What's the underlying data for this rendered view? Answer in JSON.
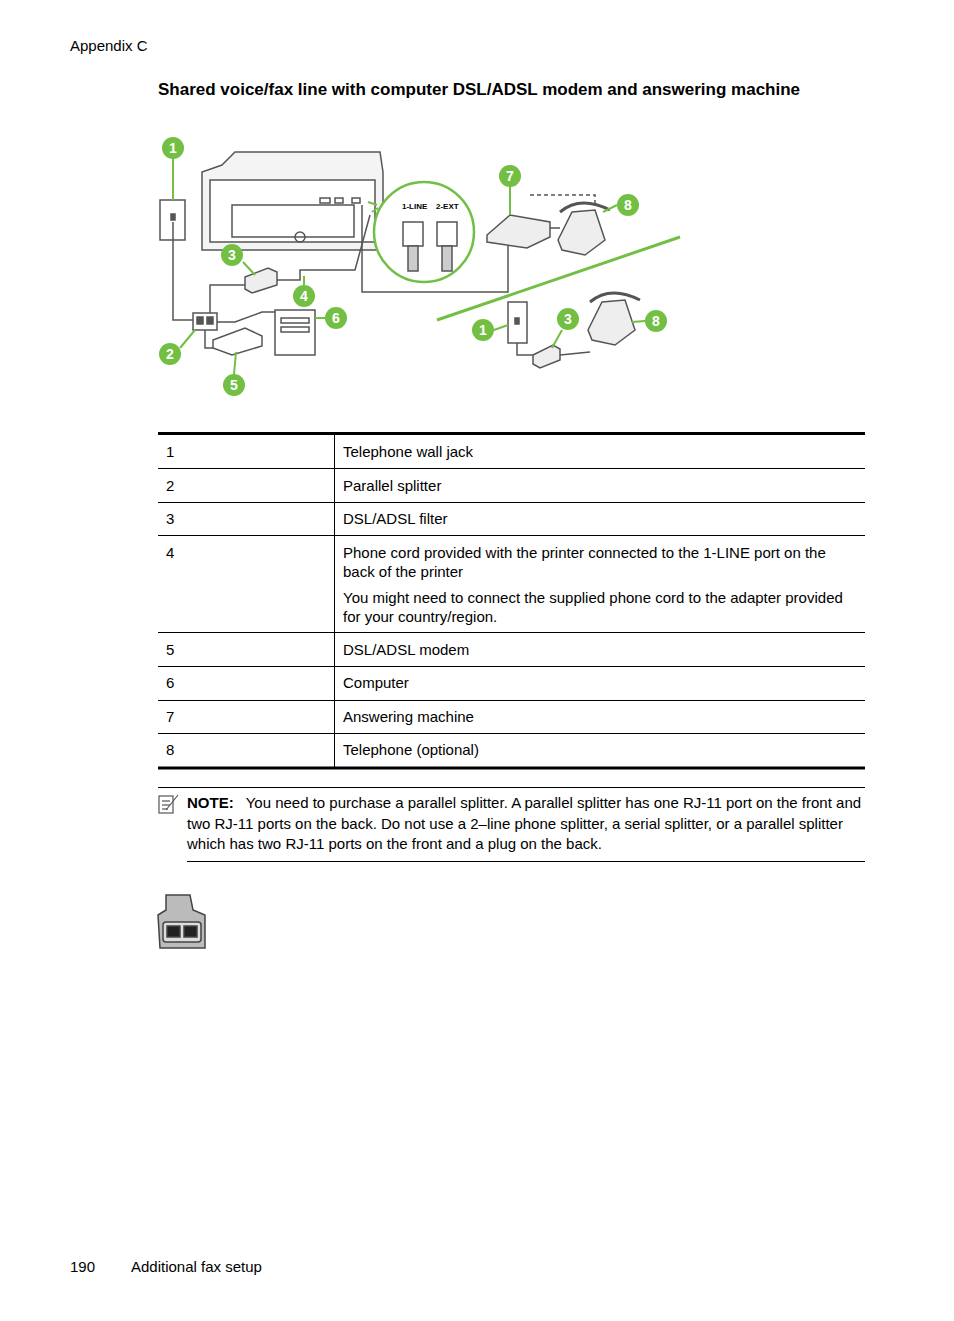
{
  "diagram": {
    "title": "Shared voice/fax line with computer DSL/ADSL modem and answering machine",
    "labels": [
      "Appendix C",
      "1",
      "7",
      "8",
      "3",
      "4",
      "6",
      "2",
      "5",
      "1",
      "3",
      "8",
      "1-LINE",
      "2-EXT",
      "1",
      "Telephone wall jack",
      "2",
      "Parallel splitter",
      "3",
      "DSL/ADSL filter",
      "4",
      "Phone cord provided with the printer connected to the 1-LINE port on the back of the printer",
      "You might need to connect the supplied phone cord to the adapter provided for your country/region.",
      "5",
      "DSL/ADSL modem",
      "6",
      "Computer",
      "7",
      "Answering machine",
      "8",
      "Telephone (optional)",
      "NOTE:",
      "You need to purchase a parallel splitter. A parallel splitter has one RJ-11 port on the front and two RJ-11 ports on the back. Do not use a 2–line phone splitter, a serial splitter, or a parallel splitter which has two RJ-11 ports on the front and a plug on the back.",
      "190",
      "Additional fax setup"
    ]
  }
}
